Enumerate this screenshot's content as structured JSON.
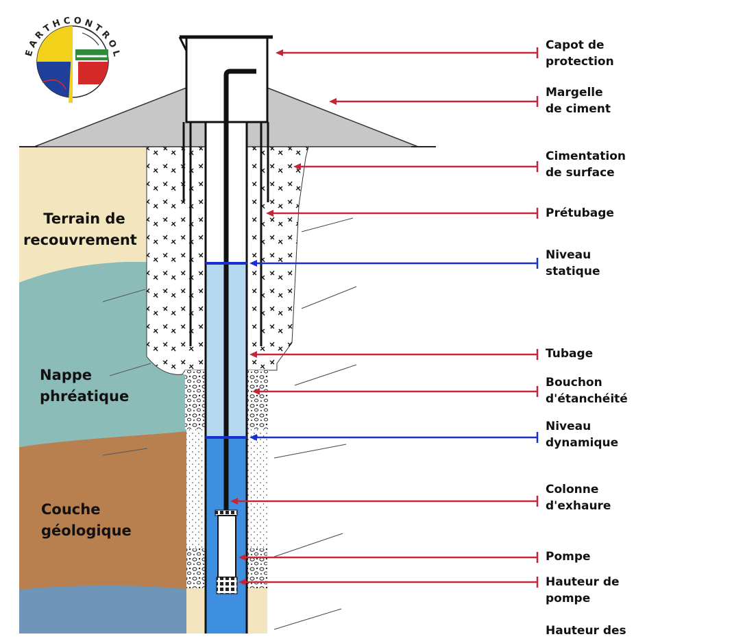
{
  "logo": {
    "name": "EARTH CONTROL",
    "colors": {
      "yellow": "#f2d21b",
      "green": "#2f8a3a",
      "red": "#d42a2a",
      "blue": "#1f3f9a",
      "white": "#ffffff"
    }
  },
  "colors": {
    "arrow_red": "#c0283a",
    "arrow_blue": "#1a2fd0",
    "overburden": "#f3e6be",
    "aquifer": "#8cbcb8",
    "geologic_layer": "#b8804f",
    "bottom_layer": "#6f96b8",
    "grout": "#ffffff",
    "casing_water_static": "#b5d8ee",
    "casing_water_dynamic": "#3f8fe0",
    "concrete_slab": "#c7c7c7"
  },
  "labels": [
    {
      "id": "capot",
      "lines": [
        "Capot de",
        "protection"
      ],
      "arrow": "red"
    },
    {
      "id": "margelle",
      "lines": [
        "Margelle",
        "de ciment"
      ],
      "arrow": "red"
    },
    {
      "id": "cimentation",
      "lines": [
        "Cimentation",
        "de surface"
      ],
      "arrow": "red"
    },
    {
      "id": "pretubage",
      "lines": [
        "Prétubage"
      ],
      "arrow": "red"
    },
    {
      "id": "niveau_statique",
      "lines": [
        "Niveau",
        "statique"
      ],
      "arrow": "blue"
    },
    {
      "id": "tubage",
      "lines": [
        "Tubage"
      ],
      "arrow": "red"
    },
    {
      "id": "bouchon",
      "lines": [
        "Bouchon",
        "d'étanchéité"
      ],
      "arrow": "red"
    },
    {
      "id": "niveau_dynamique",
      "lines": [
        "Niveau",
        "dynamique"
      ],
      "arrow": "blue"
    },
    {
      "id": "colonne",
      "lines": [
        "Colonne",
        "d'exhaure"
      ],
      "arrow": "red"
    },
    {
      "id": "pompe",
      "lines": [
        "Pompe"
      ],
      "arrow": "red"
    },
    {
      "id": "hauteur_pompe",
      "lines": [
        "Hauteur de",
        "pompe"
      ],
      "arrow": "red"
    },
    {
      "id": "hauteur_des",
      "lines": [
        "Hauteur des"
      ],
      "arrow": "red"
    }
  ],
  "layers": [
    {
      "id": "recouvrement",
      "lines": [
        "Terrain de",
        "recouvrement"
      ]
    },
    {
      "id": "nappe",
      "lines": [
        "Nappe",
        "phréatique"
      ]
    },
    {
      "id": "couche",
      "lines": [
        "Couche",
        "géologique"
      ]
    }
  ]
}
